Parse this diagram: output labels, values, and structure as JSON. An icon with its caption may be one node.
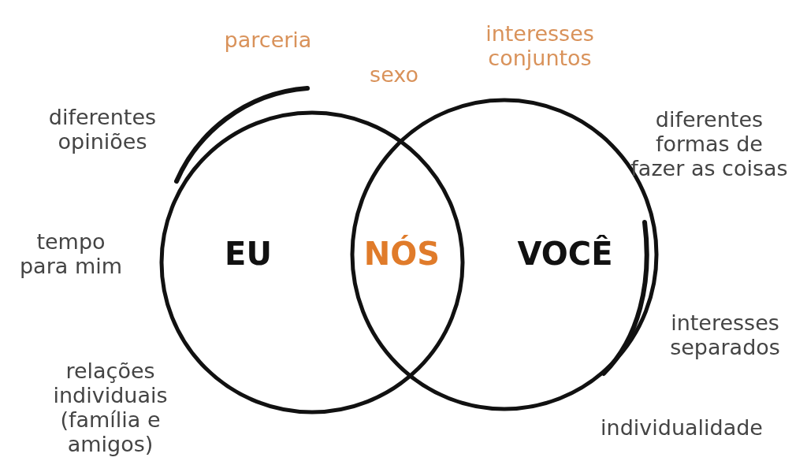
{
  "diagram": {
    "nodes": [
      {
        "text": [
          "EU"
        ]
      },
      {
        "text": [
          "VOCÊ"
        ]
      },
      {
        "text": [
          "NÓS"
        ]
      }
    ],
    "edges": [],
    "labels": [
      "parceria",
      "interesses conjuntos",
      "sexo",
      "diferentes opiniões",
      "diferentes formas de fazer as coisas",
      "tempo para mim",
      "interesses separados",
      "relações individuais (família e amigos)",
      "individualidade"
    ]
  }
}
